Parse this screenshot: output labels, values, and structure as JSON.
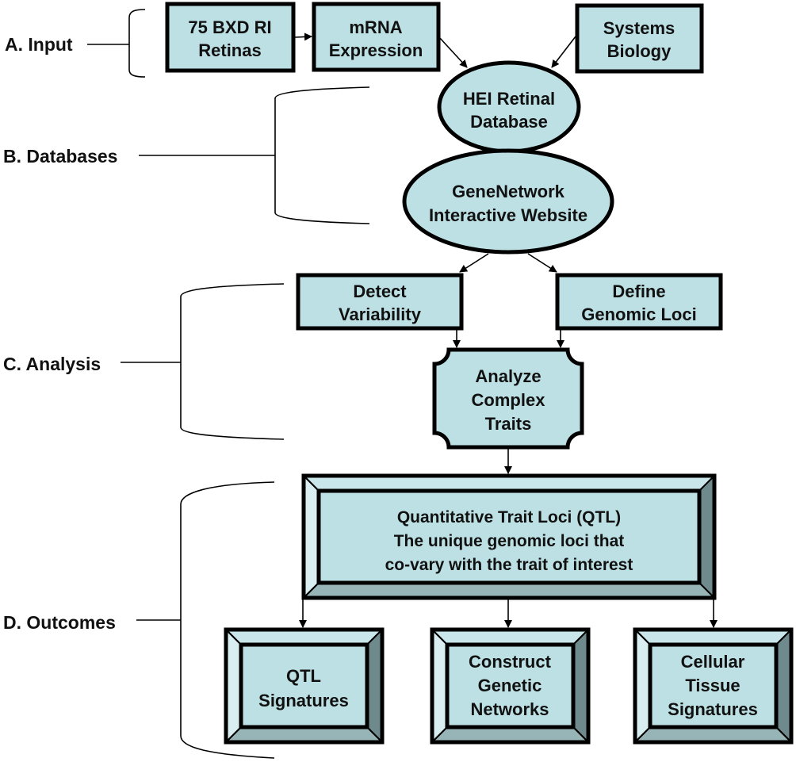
{
  "colors": {
    "fill": "#bce0e3",
    "bevel_top": "#c9e7ea",
    "bevel_left": "#d8eef0",
    "bevel_right": "#6f8a8c",
    "bevel_bottom": "#97b4b6",
    "stroke": "#000000"
  },
  "stages": [
    {
      "id": "A",
      "label": "A. Input"
    },
    {
      "id": "B",
      "label": "B. Databases"
    },
    {
      "id": "C",
      "label": "C. Analysis"
    },
    {
      "id": "D",
      "label": "D. Outcomes"
    }
  ],
  "nodes": {
    "retinas": {
      "lines": [
        "75 BXD RI",
        "Retinas"
      ],
      "shape": "rectangle"
    },
    "mrna": {
      "lines": [
        "mRNA",
        "Expression"
      ],
      "shape": "rectangle"
    },
    "systems": {
      "lines": [
        "Systems",
        "Biology"
      ],
      "shape": "rectangle"
    },
    "hei": {
      "lines": [
        "HEI Retinal",
        "Database"
      ],
      "shape": "ellipse"
    },
    "genenetwork": {
      "lines": [
        "GeneNetwork",
        "Interactive Website"
      ],
      "shape": "ellipse"
    },
    "detect": {
      "lines": [
        "Detect",
        "Variability"
      ],
      "shape": "rectangle"
    },
    "define": {
      "lines": [
        "Define",
        "Genomic Loci"
      ],
      "shape": "rectangle"
    },
    "analyze": {
      "lines": [
        "Analyze",
        "Complex",
        "Traits"
      ],
      "shape": "plaque"
    },
    "qtl": {
      "lines": [
        "Quantitative Trait Loci (QTL)",
        "The unique genomic loci that",
        "co-vary with the trait of interest"
      ],
      "shape": "bevel"
    },
    "qtl_sig": {
      "lines": [
        "QTL",
        "Signatures"
      ],
      "shape": "bevel"
    },
    "construct": {
      "lines": [
        "Construct",
        "Genetic",
        "Networks"
      ],
      "shape": "bevel"
    },
    "cellular": {
      "lines": [
        "Cellular",
        "Tissue",
        "Signatures"
      ],
      "shape": "bevel"
    }
  },
  "edges": [
    {
      "from": "retinas",
      "to": "mrna"
    },
    {
      "from": "mrna",
      "to": "hei"
    },
    {
      "from": "systems",
      "to": "hei"
    },
    {
      "from": "genenetwork",
      "to": "detect"
    },
    {
      "from": "genenetwork",
      "to": "define"
    },
    {
      "from": "detect",
      "to": "analyze"
    },
    {
      "from": "define",
      "to": "analyze"
    },
    {
      "from": "analyze",
      "to": "qtl"
    },
    {
      "from": "qtl",
      "to": "qtl_sig"
    },
    {
      "from": "qtl",
      "to": "construct"
    },
    {
      "from": "qtl",
      "to": "cellular"
    }
  ]
}
